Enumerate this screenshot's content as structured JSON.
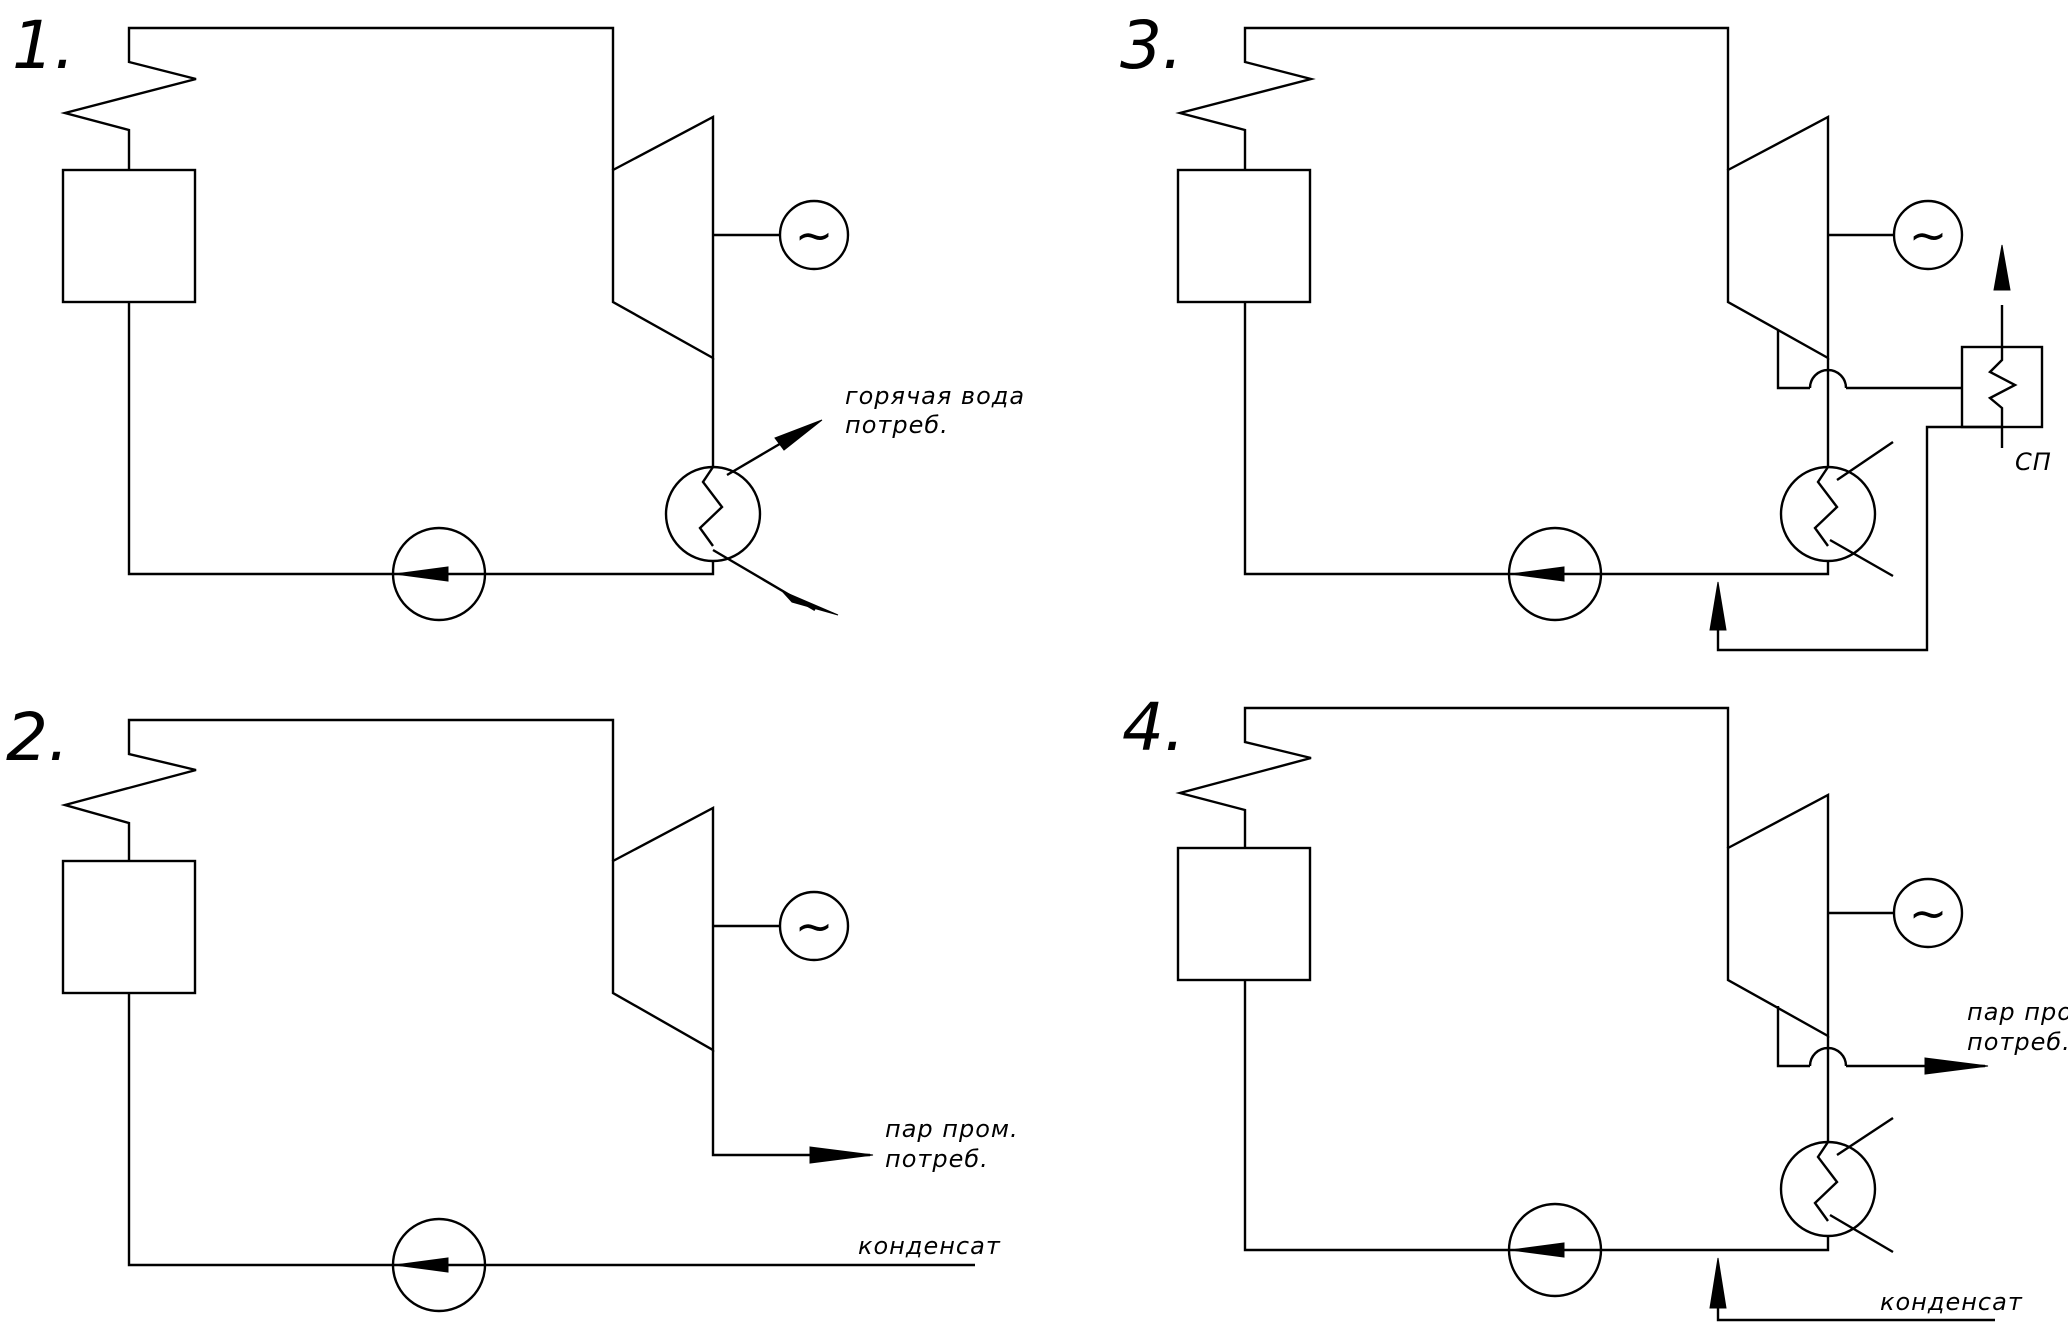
{
  "scheme1": {
    "number": "1.",
    "label_line1": "горячая вода",
    "label_line2": "потреб."
  },
  "scheme2": {
    "number": "2.",
    "steam_line1": "пар пром.",
    "steam_line2": "потреб.",
    "condensate": "конденсат"
  },
  "scheme3": {
    "number": "3.",
    "heater": "СП"
  },
  "scheme4": {
    "number": "4.",
    "steam_line1": "пар пром.",
    "steam_line2": "потреб.",
    "condensate": "конденсат"
  },
  "generator_symbol": "~"
}
